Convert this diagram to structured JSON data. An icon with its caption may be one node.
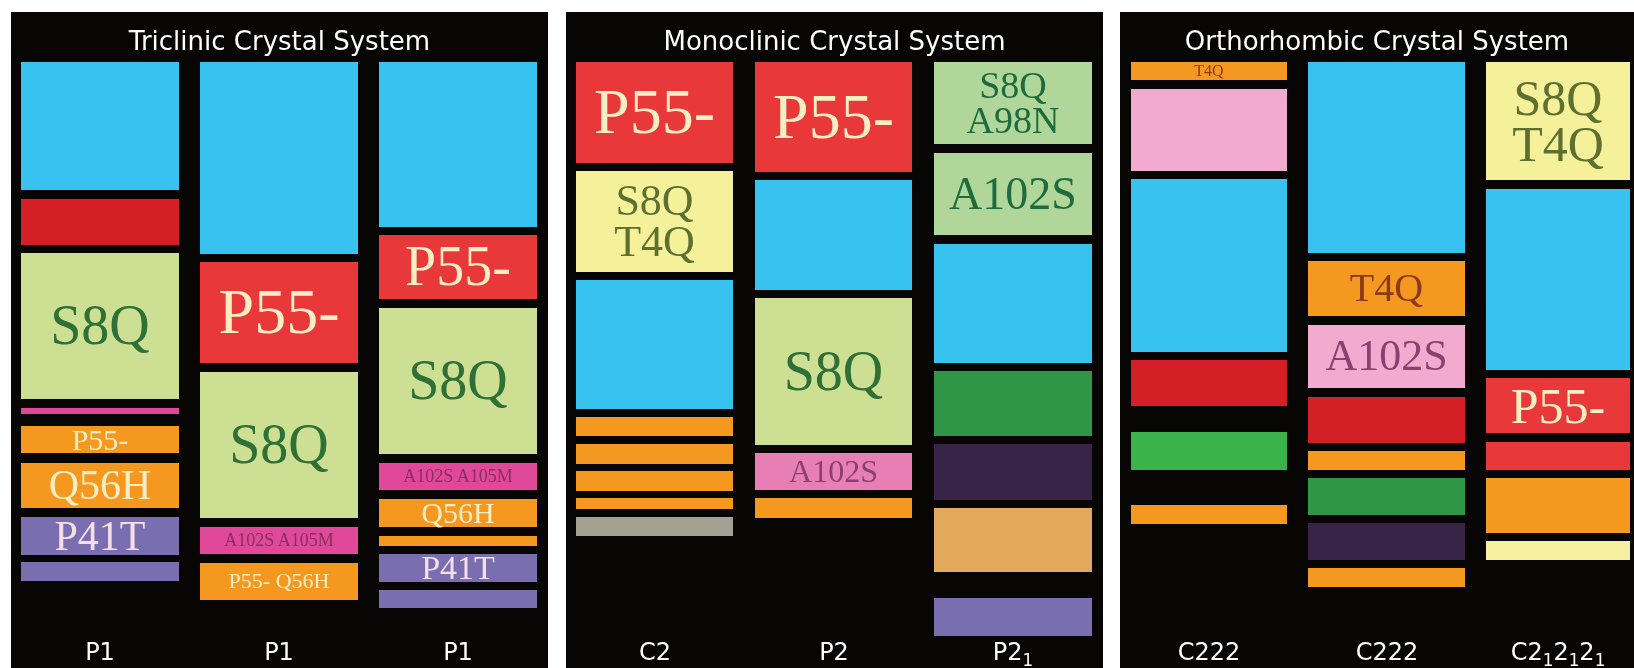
{
  "diagram": {
    "nodes": [
      {
        "text": [
          "Triclinic Crystal System"
        ]
      },
      {
        "text": [],
        "shape": "bar",
        "in": 0
      },
      {
        "text": [],
        "shape": "bar",
        "in": 0
      },
      {
        "text": [
          "S8Q"
        ],
        "in": 0
      },
      {
        "text": [],
        "shape": "bar",
        "in": 0
      },
      {
        "text": [
          "P55-"
        ],
        "in": 0
      },
      {
        "text": [
          "Q56H"
        ],
        "in": 0
      },
      {
        "text": [
          "P41T"
        ],
        "in": 0
      },
      {
        "text": [],
        "shape": "bar",
        "in": 0
      },
      {
        "text": [],
        "shape": "bar",
        "in": 0
      },
      {
        "text": [
          "P55-"
        ],
        "in": 0
      },
      {
        "text": [
          "S8Q"
        ],
        "in": 0
      },
      {
        "text": [
          "A102S A105M"
        ],
        "in": 0
      },
      {
        "text": [
          "P55- Q56H"
        ],
        "in": 0
      },
      {
        "text": [],
        "shape": "bar",
        "in": 0
      },
      {
        "text": [
          "P55-"
        ],
        "in": 0
      },
      {
        "text": [
          "S8Q"
        ],
        "in": 0
      },
      {
        "text": [
          "A102S A105M"
        ],
        "in": 0
      },
      {
        "text": [
          "Q56H"
        ],
        "in": 0
      },
      {
        "text": [],
        "shape": "bar",
        "in": 0
      },
      {
        "text": [
          "P41T"
        ],
        "in": 0
      },
      {
        "text": [],
        "shape": "bar",
        "in": 0
      },
      {
        "text": [
          "Monoclinic Crystal System"
        ]
      },
      {
        "text": [
          "P55-"
        ],
        "in": 22
      },
      {
        "text": [
          "S8Q T4Q"
        ],
        "in": 22
      },
      {
        "text": [],
        "shape": "bar",
        "in": 22
      },
      {
        "text": [],
        "shape": "bar",
        "in": 22
      },
      {
        "text": [],
        "shape": "bar",
        "in": 22
      },
      {
        "text": [],
        "shape": "bar",
        "in": 22
      },
      {
        "text": [],
        "shape": "bar",
        "in": 22
      },
      {
        "text": [],
        "shape": "bar",
        "in": 22
      },
      {
        "text": [
          "P55-"
        ],
        "in": 22
      },
      {
        "text": [],
        "shape": "bar",
        "in": 22
      },
      {
        "text": [
          "S8Q"
        ],
        "in": 22
      },
      {
        "text": [
          "A102S"
        ],
        "in": 22
      },
      {
        "text": [],
        "shape": "bar",
        "in": 22
      },
      {
        "text": [
          "S8Q A98N"
        ],
        "in": 22
      },
      {
        "text": [
          "A102S"
        ],
        "in": 22
      },
      {
        "text": [],
        "shape": "bar",
        "in": 22
      },
      {
        "text": [],
        "shape": "bar",
        "in": 22
      },
      {
        "text": [],
        "shape": "bar",
        "in": 22
      },
      {
        "text": [],
        "shape": "bar",
        "in": 22
      },
      {
        "text": [],
        "shape": "bar",
        "in": 22
      },
      {
        "text": [
          "Orthorhombic Crystal System"
        ]
      },
      {
        "text": [
          "T4Q"
        ],
        "in": 43
      },
      {
        "text": [],
        "shape": "bar",
        "in": 43
      },
      {
        "text": [],
        "shape": "bar",
        "in": 43
      },
      {
        "text": [],
        "shape": "bar",
        "in": 43
      },
      {
        "text": [],
        "shape": "bar",
        "in": 43
      },
      {
        "text": [],
        "shape": "bar",
        "in": 43
      },
      {
        "text": [],
        "shape": "bar",
        "in": 43
      },
      {
        "text": [
          "T4Q"
        ],
        "in": 43
      },
      {
        "text": [
          "A102S"
        ],
        "in": 43
      },
      {
        "text": [],
        "shape": "bar",
        "in": 43
      },
      {
        "text": [],
        "shape": "bar",
        "in": 43
      },
      {
        "text": [],
        "shape": "bar",
        "in": 43
      },
      {
        "text": [],
        "shape": "bar",
        "in": 43
      },
      {
        "text": [],
        "shape": "bar",
        "in": 43
      },
      {
        "text": [
          "S8Q T4Q"
        ],
        "in": 43
      },
      {
        "text": [],
        "shape": "bar",
        "in": 43
      },
      {
        "text": [
          "P55-"
        ],
        "in": 43
      },
      {
        "text": [],
        "shape": "bar",
        "in": 43
      },
      {
        "text": [],
        "shape": "bar",
        "in": 43
      },
      {
        "text": [],
        "shape": "bar",
        "in": 43
      }
    ],
    "labels": [
      "P1",
      "P1",
      "P1",
      "C2",
      "P2",
      "P2$_{1}$",
      "C222",
      "C222",
      "C2$_{1}$2$_{1}$2$_{1}$"
    ]
  }
}
